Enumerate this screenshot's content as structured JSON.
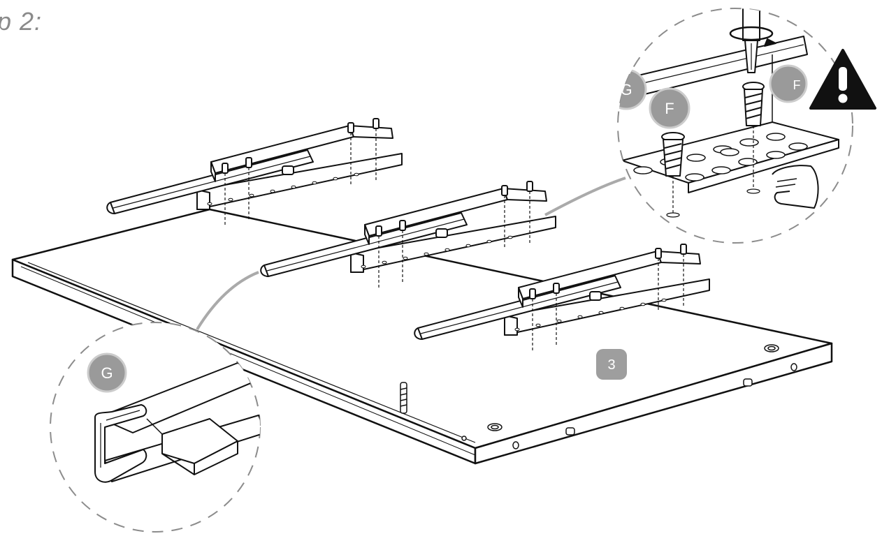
{
  "step": {
    "title": "p 2:"
  },
  "labels": {
    "panel_number": "3",
    "part_g": "G",
    "part_f": "F",
    "part_f_right": "F"
  },
  "colors": {
    "line": "#111111",
    "badge_grey": "#9a9a9a",
    "panel_badge": "#9e9e9e",
    "dash_circle": "#8c8c8c",
    "warning": "#111111"
  },
  "icons": [
    "warning-icon",
    "screwdriver-icon",
    "rotate-arrow-icon",
    "hand-icon"
  ]
}
